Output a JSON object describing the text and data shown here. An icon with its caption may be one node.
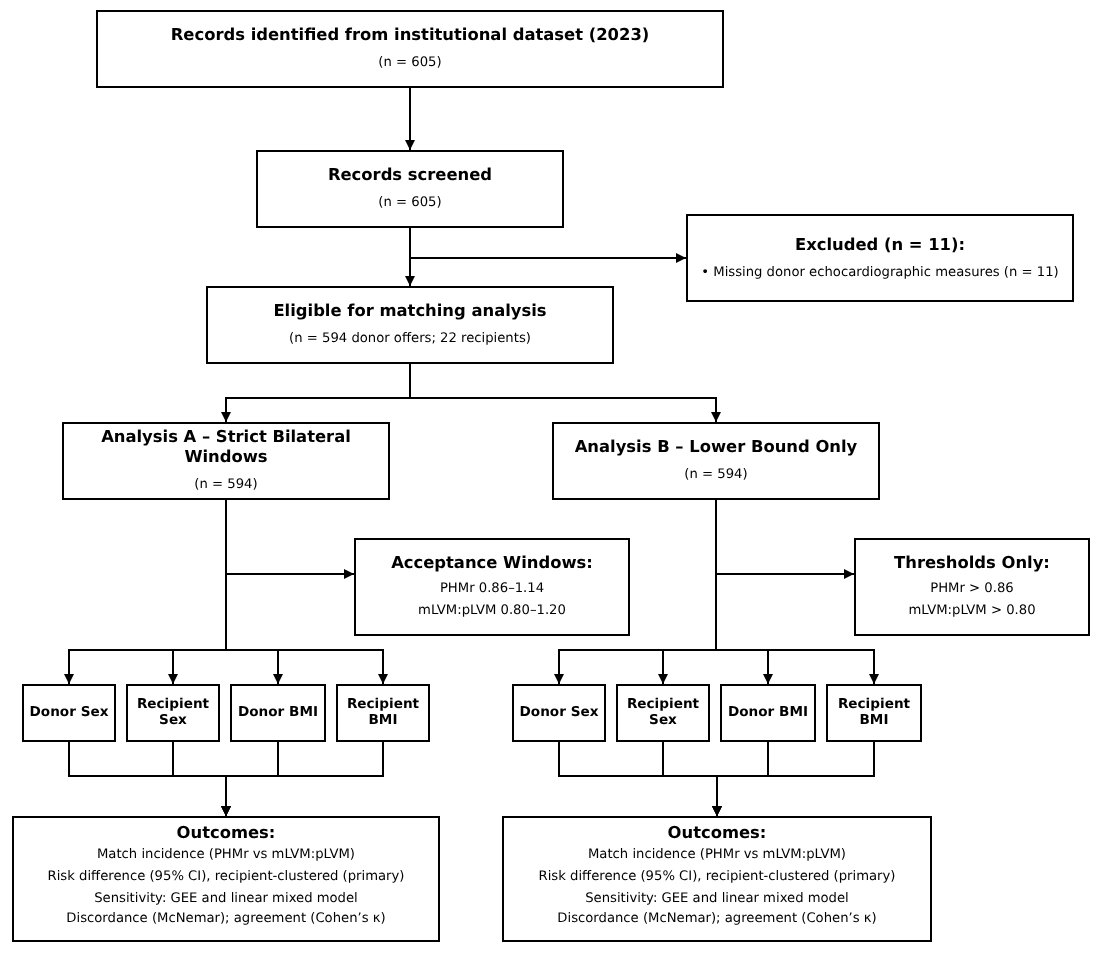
{
  "diagram": {
    "nodes": [
      {
        "text": [
          "Records identified from institutional dataset (2023)",
          "(n = 605)"
        ]
      },
      {
        "text": [
          "Records screened",
          "(n = 605)"
        ]
      },
      {
        "text": [
          "Excluded (n = 11):",
          "• Missing donor echocardiographic measures (n = 11)"
        ]
      },
      {
        "text": [
          "Eligible for matching analysis",
          "(n = 594 donor offers; 22 recipients)"
        ]
      },
      {
        "text": [
          "Analysis A – Strict Bilateral Windows",
          "(n = 594)"
        ]
      },
      {
        "text": [
          "Analysis B – Lower Bound Only",
          "(n = 594)"
        ]
      },
      {
        "text": [
          "Acceptance Windows:",
          "PHMr 0.86–1.14",
          "mLVM:pLVM 0.80–1.20"
        ]
      },
      {
        "text": [
          "Thresholds Only:",
          "PHMr > 0.86",
          "mLVM:pLVM > 0.80"
        ]
      },
      {
        "text": [
          "Donor Sex"
        ]
      },
      {
        "text": [
          "Recipient Sex"
        ]
      },
      {
        "text": [
          "Donor BMI"
        ]
      },
      {
        "text": [
          "Recipient BMI"
        ]
      },
      {
        "text": [
          "Donor Sex"
        ]
      },
      {
        "text": [
          "Recipient Sex"
        ]
      },
      {
        "text": [
          "Donor BMI"
        ]
      },
      {
        "text": [
          "Recipient BMI"
        ]
      },
      {
        "text": [
          "Outcomes:",
          "Match incidence (PHMr vs mLVM:pLVM)",
          "Risk difference (95% CI), recipient-clustered (primary)",
          "Sensitivity: GEE and linear mixed model",
          "Discordance (McNemar); agreement (Cohen’s κ)"
        ]
      },
      {
        "text": [
          "Outcomes:",
          "Match incidence (PHMr vs mLVM:pLVM)",
          "Risk difference (95% CI), recipient-clustered (primary)",
          "Sensitivity: GEE and linear mixed model",
          "Discordance (McNemar); agreement (Cohen’s κ)"
        ]
      }
    ],
    "edges": [
      {
        "from": 0,
        "to": 1,
        "arrow": "to"
      },
      {
        "from": 1,
        "to": 3,
        "arrow": "to"
      },
      {
        "from": 1,
        "to": 2,
        "arrow": "to"
      },
      {
        "from": 3,
        "to": 4,
        "arrow": "to"
      },
      {
        "from": 3,
        "to": 5,
        "arrow": "to"
      },
      {
        "from": 4,
        "to": 6,
        "arrow": "to"
      },
      {
        "from": 4,
        "to": 8,
        "arrow": "to"
      },
      {
        "from": 4,
        "to": 9,
        "arrow": "to"
      },
      {
        "from": 4,
        "to": 10,
        "arrow": "to"
      },
      {
        "from": 4,
        "to": 11,
        "arrow": "to"
      },
      {
        "from": 5,
        "to": 7,
        "arrow": "to"
      },
      {
        "from": 5,
        "to": 12,
        "arrow": "to"
      },
      {
        "from": 5,
        "to": 13,
        "arrow": "to"
      },
      {
        "from": 5,
        "to": 14,
        "arrow": "to"
      },
      {
        "from": 5,
        "to": 15,
        "arrow": "to"
      },
      {
        "from": 8,
        "to": 16,
        "arrow": "to"
      },
      {
        "from": 9,
        "to": 16,
        "arrow": "to"
      },
      {
        "from": 10,
        "to": 16,
        "arrow": "to"
      },
      {
        "from": 11,
        "to": 16,
        "arrow": "to"
      },
      {
        "from": 12,
        "to": 17,
        "arrow": "to"
      },
      {
        "from": 13,
        "to": 17,
        "arrow": "to"
      },
      {
        "from": 14,
        "to": 17,
        "arrow": "to"
      },
      {
        "from": 15,
        "to": 17,
        "arrow": "to"
      }
    ]
  }
}
